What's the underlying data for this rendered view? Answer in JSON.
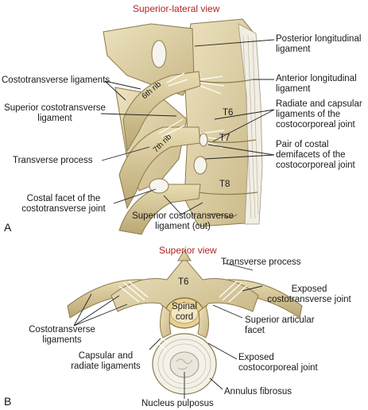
{
  "panel_a": {
    "title": "Superior-lateral view",
    "letter": "A",
    "labels": {
      "posterior_long_1": "Posterior longitudinal",
      "posterior_long_2": "ligament",
      "costotransverse_ligs": "Costotransverse ligaments",
      "anterior_long_1": "Anterior longitudinal",
      "anterior_long_2": "ligament",
      "superior_ct_1": "Superior costotransverse",
      "superior_ct_2": "ligament",
      "radiate_1": "Radiate and capsular",
      "radiate_2": "ligaments of the",
      "radiate_3": "costocorporeal joint",
      "pair_1": "Pair of costal",
      "pair_2": "demifacets of the",
      "pair_3": "costocorporeal joint",
      "transverse_process": "Transverse process",
      "costal_facet_1": "Costal facet of the",
      "costal_facet_2": "costotransverse joint",
      "superior_cut_1": "Superior costotransverse",
      "superior_cut_2": "ligament (cut)",
      "t6": "T6",
      "t7": "T7",
      "t8": "T8",
      "rib6": "6th rib",
      "rib7": "7th rib"
    }
  },
  "panel_b": {
    "title": "Superior view",
    "letter": "B",
    "labels": {
      "transverse_process": "Transverse process",
      "t6": "T6",
      "spinal_1": "Spinal",
      "spinal_2": "cord",
      "exposed_ct_1": "Exposed",
      "exposed_ct_2": "costotransverse joint",
      "costotransverse_1": "Costotransverse",
      "costotransverse_2": "ligaments",
      "superior_art_1": "Superior articular",
      "superior_art_2": "facet",
      "capsular_1": "Capsular and",
      "capsular_2": "radiate ligaments",
      "exposed_cc_1": "Exposed",
      "exposed_cc_2": "costocorporeal joint",
      "annulus": "Annulus fibrosus",
      "nucleus": "Nucleus pulposus"
    }
  },
  "colors": {
    "title": "#b22222",
    "bone": "#ddd0a6",
    "bone_dark": "#b8a673",
    "ligament": "#f3f0e6",
    "cord": "#e8d090"
  }
}
